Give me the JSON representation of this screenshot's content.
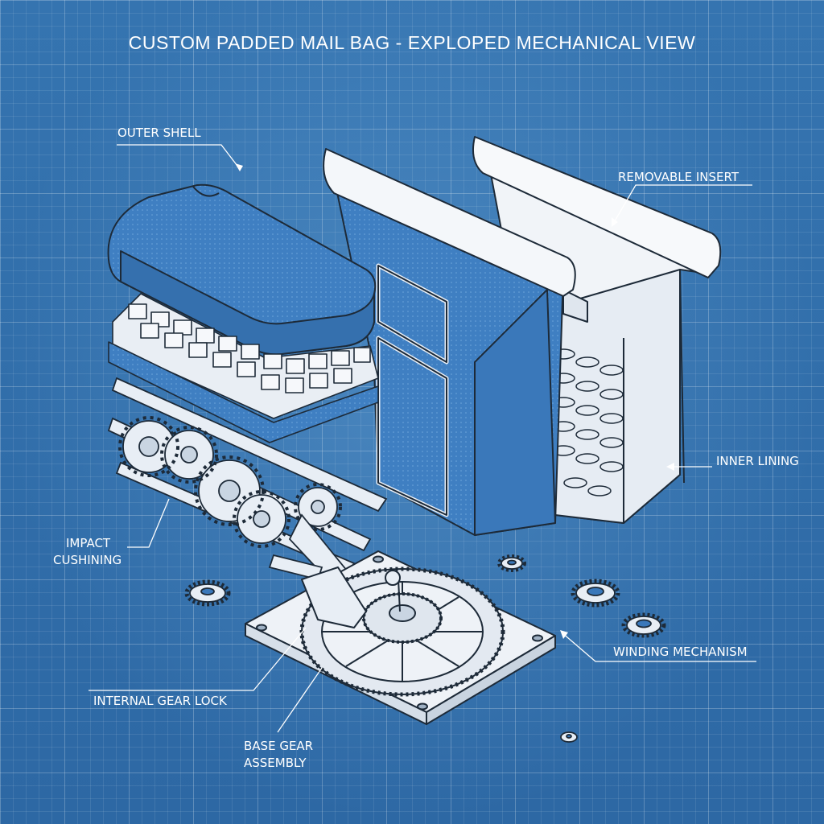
{
  "diagram": {
    "title": "CUSTOM PADDED MAIL BAG - EXPLOPED MECHANICAL VIEW",
    "labels": {
      "outer_shell": "OUTER SHELL",
      "removable_insert": "REMOVABLE INSERT",
      "inner_lining": "INNER LINING",
      "impact_cushioning_1": "IMPACT",
      "impact_cushioning_2": "CUSHINING",
      "winding_mechanism": "WINDING MECHANISM",
      "internal_gear_lock": "INTERNAL GEAR LOCK",
      "base_gear_assembly_1": "BASE GEAR",
      "base_gear_assembly_2": "ASSEMBLY"
    },
    "colors": {
      "background": "#2f6aa3",
      "fabric_blue": "#3f7fc2",
      "part_white": "#eef3f8",
      "line": "#1d2a38"
    }
  }
}
